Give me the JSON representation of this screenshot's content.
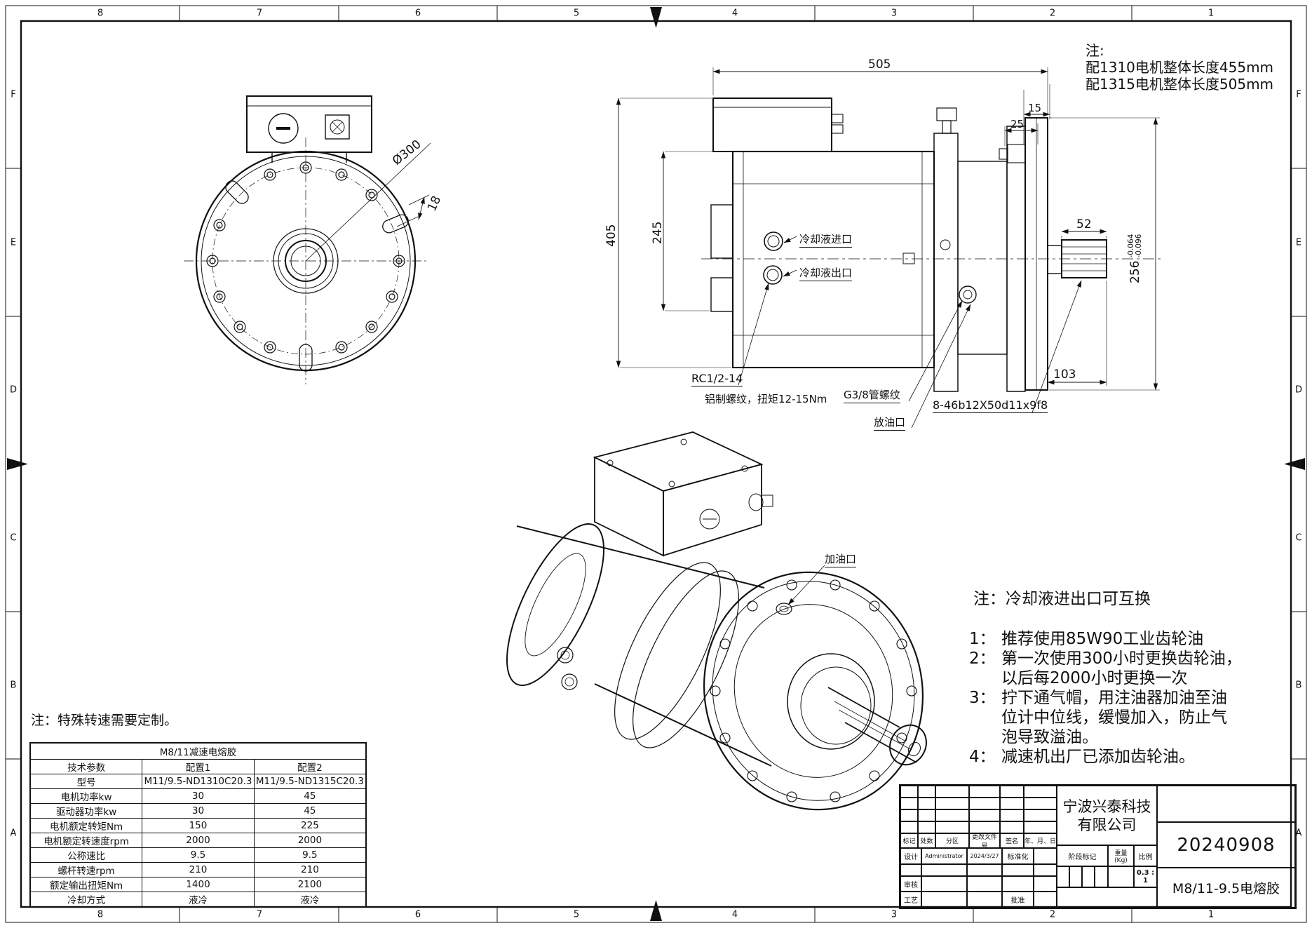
{
  "sheet": {
    "grid_cols": [
      "8",
      "7",
      "6",
      "5",
      "4",
      "3",
      "2",
      "1"
    ],
    "grid_rows": [
      "F",
      "E",
      "D",
      "C",
      "B",
      "A"
    ]
  },
  "notes_top_right": {
    "title": "注:",
    "line1": "配1310电机整体长度455mm",
    "line2": "配1315电机整体长度505mm"
  },
  "front_view": {
    "dim_diameter": "Ø300",
    "dim_slot": "18"
  },
  "side_view": {
    "dim_overall_length": "505",
    "dim_body_height": "245",
    "dim_overall_height": "405",
    "dim_plate_15": "15",
    "dim_plate_25": "25",
    "dim_shaft_spline_len": "52",
    "dim_flange_dia": "256",
    "dim_flange_tol_upper": "-0.064",
    "dim_flange_tol_lower": "-0.096",
    "dim_shaft_total": "103",
    "label_coolant_in": "冷却液进口",
    "label_coolant_out": "冷却液出口",
    "label_thread": "RC1/2-14",
    "label_thread_note": "铝制螺纹，扭矩12-15Nm",
    "label_pipe_thread": "G3/8管螺纹",
    "label_drain_port": "放油口",
    "label_spline_spec": "8-46b12X50d11x9f8"
  },
  "iso_view": {
    "label_fill_port": "加油口"
  },
  "notes_bottom_right": {
    "title": "注：冷却液进出口可互换",
    "rows": [
      {
        "n": "1：",
        "t": "推荐使用85W90工业齿轮油"
      },
      {
        "n": "2：",
        "t": "第一次使用300小时更换齿轮油，"
      },
      {
        "n": "",
        "t": "以后每2000小时更换一次"
      },
      {
        "n": "3：",
        "t": "拧下通气帽，用注油器加油至油"
      },
      {
        "n": "",
        "t": "位计中位线，缓慢加入，防止气"
      },
      {
        "n": "",
        "t": "泡导致溢油。"
      },
      {
        "n": "4：",
        "t": "减速机出厂已添加齿轮油。"
      }
    ]
  },
  "spec_table": {
    "note": "注：特殊转速需要定制。",
    "title": "M8/11减速电熔胶",
    "headers": [
      "技术参数",
      "配置1",
      "配置2"
    ],
    "rows": [
      [
        "型号",
        "M11/9.5-ND1310C20.3",
        "M11/9.5-ND1315C20.3"
      ],
      [
        "电机功率kw",
        "30",
        "45"
      ],
      [
        "驱动器功率kw",
        "30",
        "45"
      ],
      [
        "电机额定转矩Nm",
        "150",
        "225"
      ],
      [
        "电机额定转速度rpm",
        "2000",
        "2000"
      ],
      [
        "公称速比",
        "9.5",
        "9.5"
      ],
      [
        "螺杆转速rpm",
        "210",
        "210"
      ],
      [
        "额定输出扭矩Nm",
        "1400",
        "2100"
      ],
      [
        "冷却方式",
        "液冷",
        "液冷"
      ]
    ]
  },
  "title_block": {
    "company_line1": "宁波兴泰科技",
    "company_line2": "有限公司",
    "drawing_no": "20240908",
    "part_name": "M8/11-9.5电熔胶",
    "rev_headers": [
      "标记",
      "处数",
      "分区",
      "更改文件号",
      "签名",
      "年、月、日"
    ],
    "design_label": "设计",
    "design_name": "Administrator",
    "design_date": "2024/3/27",
    "standard_label": "标准化",
    "check_label": "审核",
    "process_label": "工艺",
    "approve_label": "批准",
    "stage_label": "阶段标记",
    "weight_label": "重量(Kg)",
    "scale_label": "比例",
    "scale_value": "0.3 : 1"
  }
}
